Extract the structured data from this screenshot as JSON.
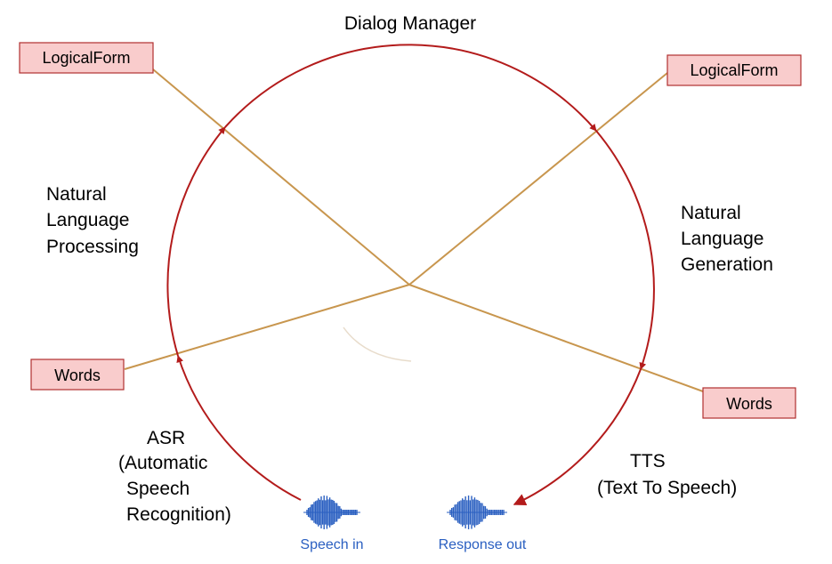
{
  "title": "Dialog Manager",
  "boxes": {
    "logical_form_left": "LogicalForm",
    "logical_form_right": "LogicalForm",
    "words_left": "Words",
    "words_right": "Words"
  },
  "labels": {
    "nlp": [
      "Natural",
      "Language",
      "Processing"
    ],
    "nlg": [
      "Natural",
      "Language",
      "Generation"
    ],
    "asr": [
      "ASR",
      "(Automatic",
      "Speech",
      "Recognition)"
    ],
    "tts": [
      "TTS",
      "(Text To Speech)"
    ]
  },
  "audio": {
    "speech_in": "Speech in",
    "response_out": "Response out"
  },
  "colors": {
    "cycle": "#b31b1b",
    "connector": "#c8964e",
    "box_fill": "#f9cccc",
    "box_border": "#b03030",
    "audio": "#2a5fc1"
  }
}
